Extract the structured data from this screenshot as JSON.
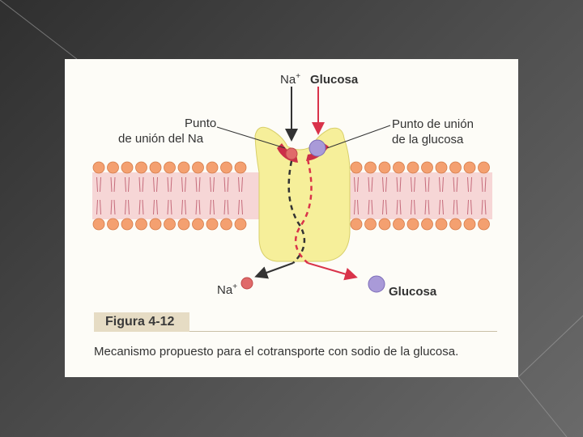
{
  "labels": {
    "na_top": "Na",
    "na_top_sup": "+",
    "glucose_top": "Glucosa",
    "na_site_line1": "Punto",
    "na_site_line2": "de unión del Na",
    "glucose_site_line1": "Punto de unión",
    "glucose_site_line2": "de la glucosa",
    "na_bottom": "Na",
    "na_bottom_sup": "+",
    "glucose_bottom": "Glucosa"
  },
  "figure": {
    "number": "Figura 4-12",
    "caption": "Mecanismo propuesto para el cotransporte con sodio de la glucosa."
  },
  "colors": {
    "membrane_heads": "#f4a070",
    "membrane_band": "#f6d6d6",
    "protein": "#f6ef9a",
    "sodium": "#e06a6a",
    "glucose": "#a99ad8",
    "glucose_arrow": "#d9334a",
    "sodium_arrow": "#333333"
  }
}
